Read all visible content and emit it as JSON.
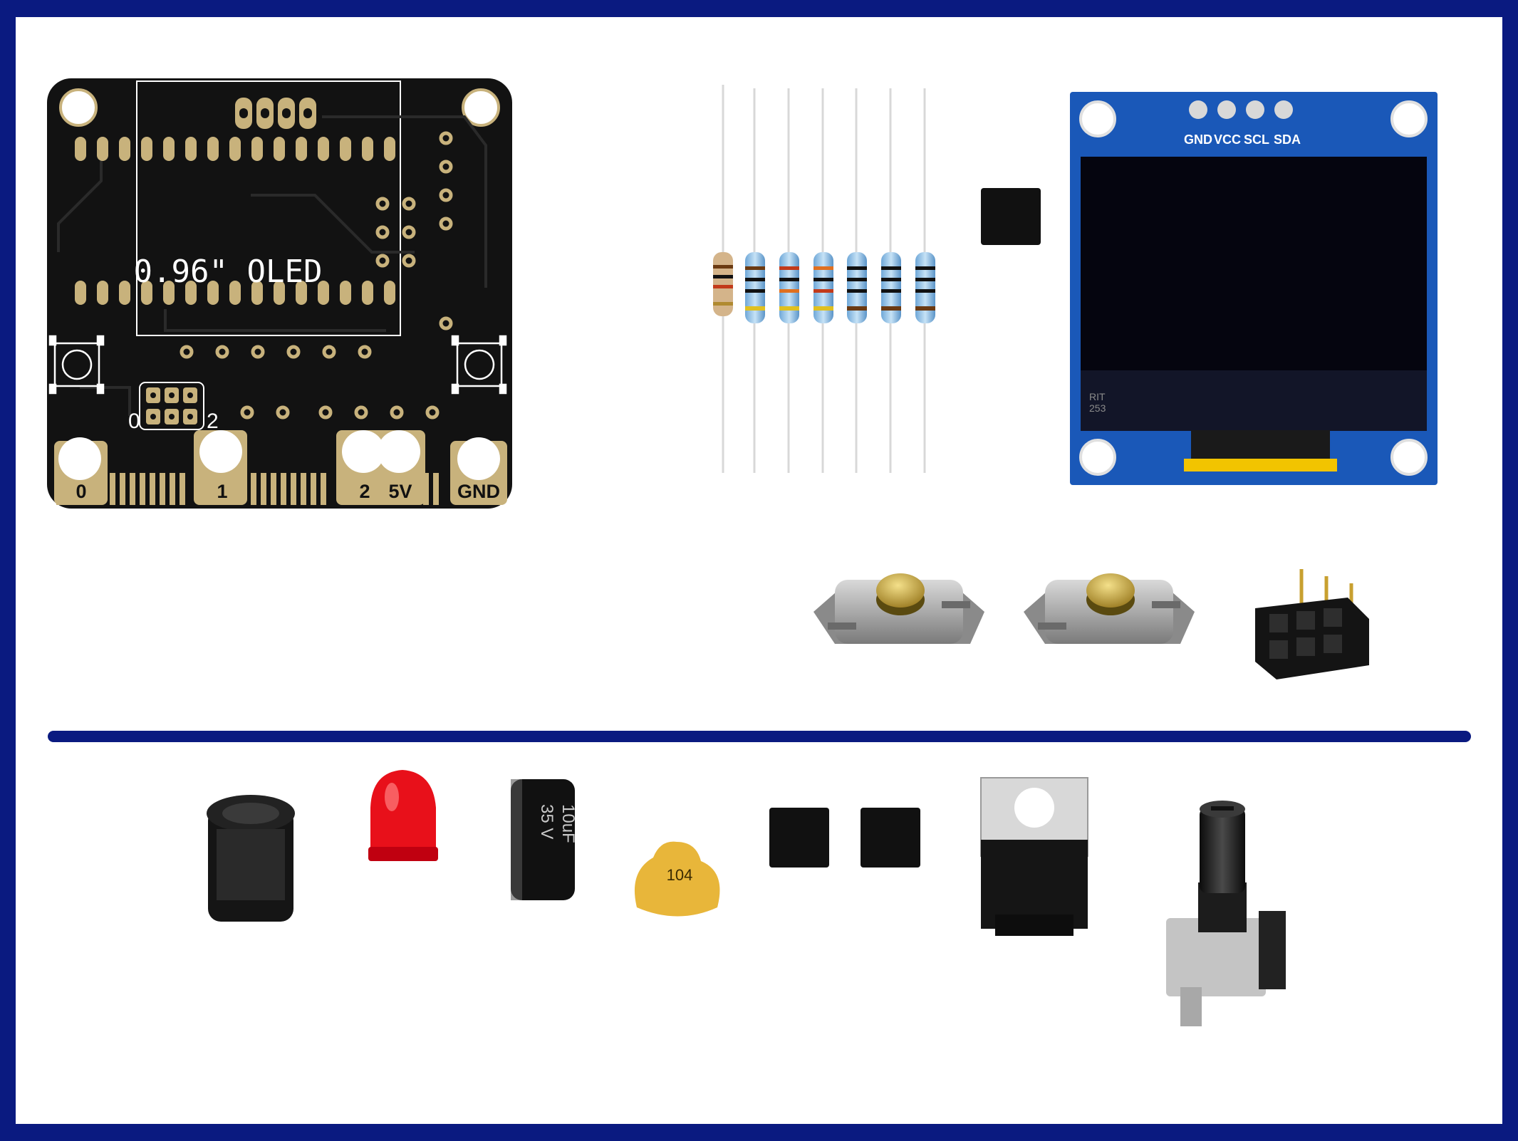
{
  "colors": {
    "frame": "#0a1a80",
    "background": "#ffffff",
    "pcb": "#111111",
    "gold": "#c8b27c",
    "silkscreen": "#ffffff",
    "oled_board": "#1a58b8",
    "oled_screen": "#05050f",
    "divider": "#0a1a80"
  },
  "pcb": {
    "silk_label": "0.96\" OLED",
    "jumper_left": "0",
    "jumper_right": "2",
    "edge_pads": [
      "0",
      "1",
      "2",
      "5V",
      "GND"
    ]
  },
  "oled_module": {
    "pins": [
      "GND",
      "VCC",
      "SCL",
      "SDA"
    ],
    "marking_line1": "RIT",
    "marking_line2": "253"
  },
  "capacitor_electrolytic": {
    "marking_line1": "10uF",
    "marking_line2": "35 V"
  },
  "capacitor_ceramic": {
    "marking": "104"
  },
  "parts": {
    "top": [
      "pcb-board",
      "resistors",
      "to92-transistor",
      "oled-display-module",
      "tactile-switches",
      "female-header-2x3"
    ],
    "bottom": [
      "inductor",
      "red-led",
      "electrolytic-capacitor",
      "ceramic-capacitor",
      "to92-transistors",
      "to220-regulator",
      "potentiometer"
    ]
  }
}
